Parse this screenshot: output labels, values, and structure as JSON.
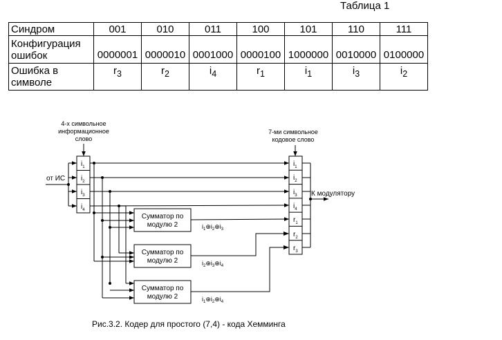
{
  "table": {
    "caption": "Таблица 1",
    "row_labels": [
      "Синдром",
      "Конфигурация ошибок",
      "Ошибка в символе"
    ],
    "columns": [
      {
        "syndrome": "001",
        "config": "0000001",
        "error_base": "r",
        "error_sub": "3"
      },
      {
        "syndrome": "010",
        "config": "0000010",
        "error_base": "r",
        "error_sub": "2"
      },
      {
        "syndrome": "011",
        "config": "0001000",
        "error_base": "i",
        "error_sub": "4"
      },
      {
        "syndrome": "100",
        "config": "0000100",
        "error_base": "r",
        "error_sub": "1"
      },
      {
        "syndrome": "101",
        "config": "1000000",
        "error_base": "i",
        "error_sub": "1"
      },
      {
        "syndrome": "110",
        "config": "0010000",
        "error_base": "i",
        "error_sub": "3"
      },
      {
        "syndrome": "111",
        "config": "0100000",
        "error_base": "i",
        "error_sub": "2"
      }
    ]
  },
  "diagram": {
    "input_label_lines": [
      "4-х символьное",
      "информационное",
      "слово"
    ],
    "output_label_lines": [
      "7-ми символьное",
      "кодовое слово"
    ],
    "source_label": "от ИС",
    "modulator_label": "К модулятору",
    "input_cells": [
      {
        "base": "i",
        "sub": "1"
      },
      {
        "base": "i",
        "sub": "2"
      },
      {
        "base": "i",
        "sub": "3"
      },
      {
        "base": "i",
        "sub": "4"
      }
    ],
    "output_cells": [
      {
        "base": "i",
        "sub": "1"
      },
      {
        "base": "i",
        "sub": "2"
      },
      {
        "base": "i",
        "sub": "3"
      },
      {
        "base": "i",
        "sub": "4"
      },
      {
        "base": "r",
        "sub": "1"
      },
      {
        "base": "r",
        "sub": "2"
      },
      {
        "base": "r",
        "sub": "3"
      }
    ],
    "adders": [
      {
        "line1": "Сумматор по",
        "line2": "модулю 2",
        "formula": [
          [
            "i",
            "1"
          ],
          [
            "i",
            "2"
          ],
          [
            "i",
            "3"
          ]
        ]
      },
      {
        "line1": "Сумматор по",
        "line2": "модулю 2",
        "formula": [
          [
            "i",
            "2"
          ],
          [
            "i",
            "3"
          ],
          [
            "i",
            "4"
          ]
        ]
      },
      {
        "line1": "Сумматор по",
        "line2": "модулю 2",
        "formula": [
          [
            "i",
            "1"
          ],
          [
            "i",
            "2"
          ],
          [
            "i",
            "4"
          ]
        ]
      }
    ],
    "xor_symbol": "⊕"
  },
  "figure_caption": "Рис.3.2. Кодер для простого (7,4) - кода Хемминга"
}
